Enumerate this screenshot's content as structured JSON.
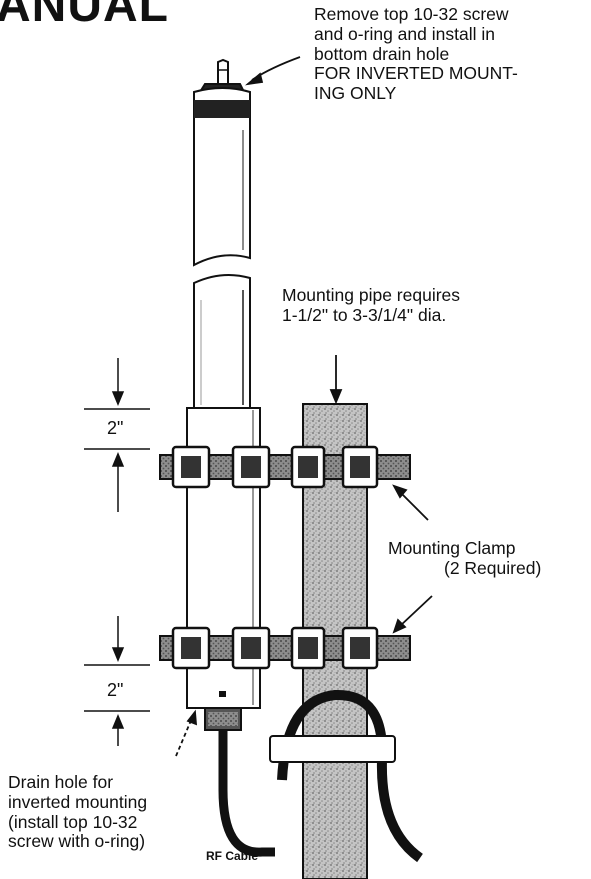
{
  "header": {
    "title": "ANUAL"
  },
  "labels": {
    "top_note": [
      "Remove top 10-32 screw",
      "and o-ring and install in",
      "bottom drain hole"
    ],
    "inverted_note": [
      "FOR INVERTED MOUNT-",
      "ING ONLY"
    ],
    "pipe_note": [
      "Mounting pipe requires",
      "1-1/2\" to 3-3/1/4\" dia."
    ],
    "dim_top": "2\"",
    "dim_bottom": "2\"",
    "clamp_note": [
      "Mounting Clamp",
      "(2 Required)"
    ],
    "drain_note": [
      "Drain hole for",
      "inverted mounting",
      "(install top 10-32",
      "screw with o-ring)"
    ],
    "cable_label": "RF Cable"
  },
  "colors": {
    "ink": "#111111",
    "pipe_fill": "#bdbdbd",
    "antenna_fill": "#ffffff",
    "clamp_fill": "#777777",
    "background": "#ffffff"
  }
}
